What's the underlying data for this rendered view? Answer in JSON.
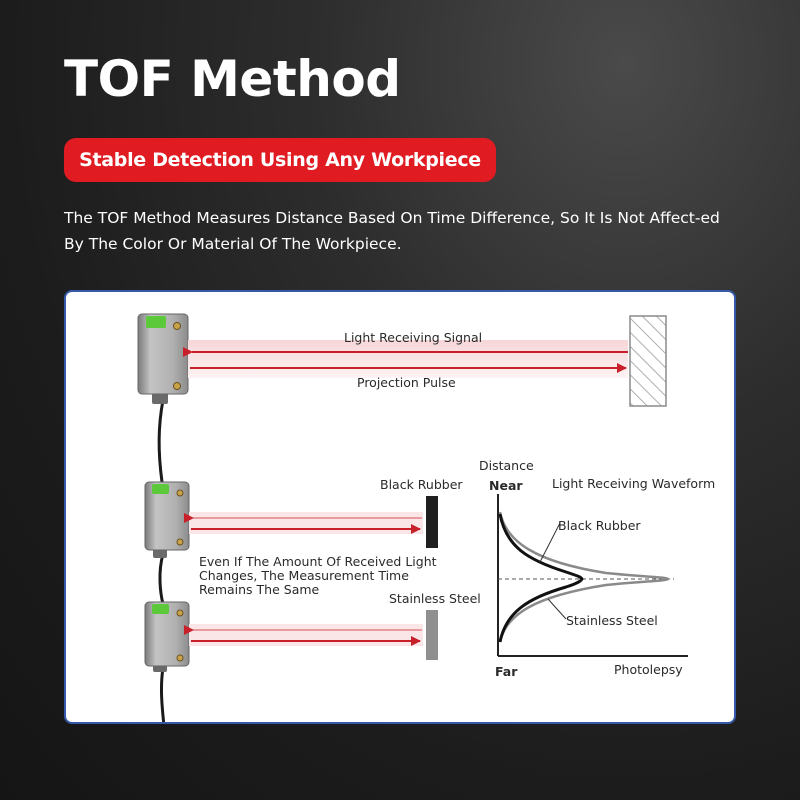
{
  "title": "TOF Method",
  "badge": "Stable Detection Using Any Workpiece",
  "description": "The TOF Method Measures Distance Based On Time Difference, So It Is Not Affect-ed By The Color Or Material Of The Workpiece.",
  "diagram": {
    "top": {
      "receive_label": "Light Receiving Signal",
      "project_label": "Projection Pulse"
    },
    "black_rubber_label": "Black Rubber",
    "stainless_steel_label": "Stainless Steel",
    "note": "Even If The Amount Of Received Light Changes, The Measurement Time Remains The Same"
  },
  "waveform": {
    "y_axis_label": "Distance",
    "near_label": "Near",
    "far_label": "Far",
    "x_axis_label": "Photolepsy",
    "title": "Light Receiving Waveform",
    "curve_black_label": "Black Rubber",
    "curve_steel_label": "Stainless Steel"
  },
  "colors": {
    "badge_red": "#e01b22",
    "arrow_red": "#c8202a",
    "panel_border": "#3559a8",
    "sensor_green": "#5cc93a"
  }
}
